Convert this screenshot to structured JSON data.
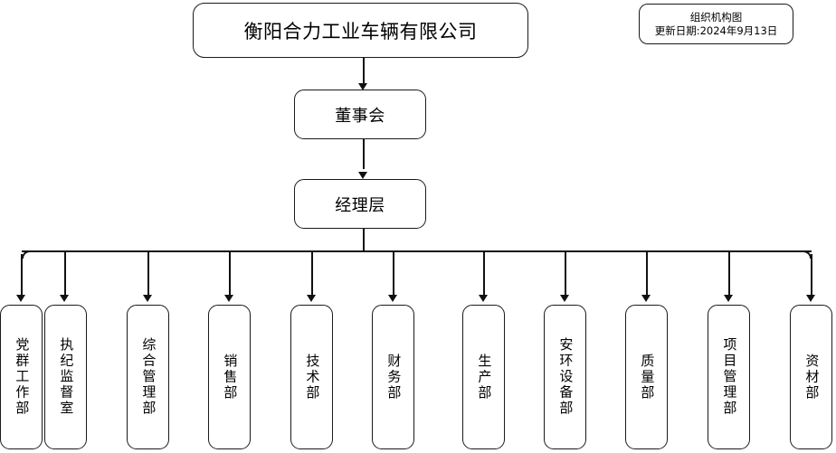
{
  "document": {
    "type": "organization-chart",
    "title": "衡阳合力工业车辆有限公司"
  },
  "info_box": {
    "title": "组织机构图",
    "updated": "更新日期:2024年9月13日"
  },
  "hierarchy": {
    "root": {
      "label": "衡阳合力工业车辆有限公司"
    },
    "levels": [
      {
        "label": "董事会"
      },
      {
        "label": "经理层"
      }
    ],
    "departments": [
      {
        "label": "党群工作部"
      },
      {
        "label": "执纪监督室"
      },
      {
        "label": "综合管理部"
      },
      {
        "label": "销售部"
      },
      {
        "label": "技术部"
      },
      {
        "label": "财务部"
      },
      {
        "label": "生产部"
      },
      {
        "label": "安环设备部"
      },
      {
        "label": "质量部"
      },
      {
        "label": "项目管理部"
      },
      {
        "label": "资材部"
      }
    ]
  },
  "colors": {
    "background": "#ffffff",
    "box_border": "#1a1a1a",
    "connector": "#111111",
    "text": "#000000"
  }
}
